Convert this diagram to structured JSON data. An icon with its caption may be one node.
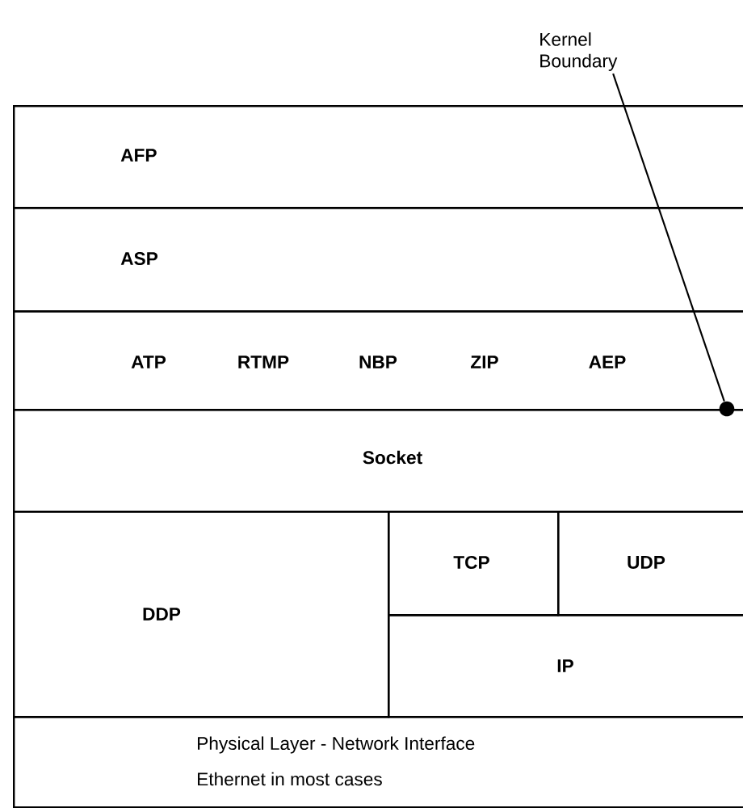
{
  "diagram": {
    "nodes": [
      {
        "text": [
          "Kernel Boundary"
        ]
      },
      {
        "text": [
          "AFP"
        ]
      },
      {
        "text": [
          "ASP"
        ]
      },
      {
        "text": [
          "ATP",
          "RTMP",
          "NBP",
          "ZIP",
          "AEP"
        ]
      },
      {
        "text": [],
        "shape": "circle"
      },
      {
        "text": [
          "Socket"
        ]
      },
      {
        "text": [
          "DDP"
        ]
      },
      {
        "text": [
          "TCP"
        ]
      },
      {
        "text": [
          "UDP"
        ]
      },
      {
        "text": [
          "IP"
        ]
      },
      {
        "text": [
          "Physical Layer - Network Interface",
          "Ethernet in most cases"
        ]
      }
    ],
    "edges": [
      {
        "from": 0,
        "to": 4,
        "arrow": "none"
      }
    ]
  }
}
